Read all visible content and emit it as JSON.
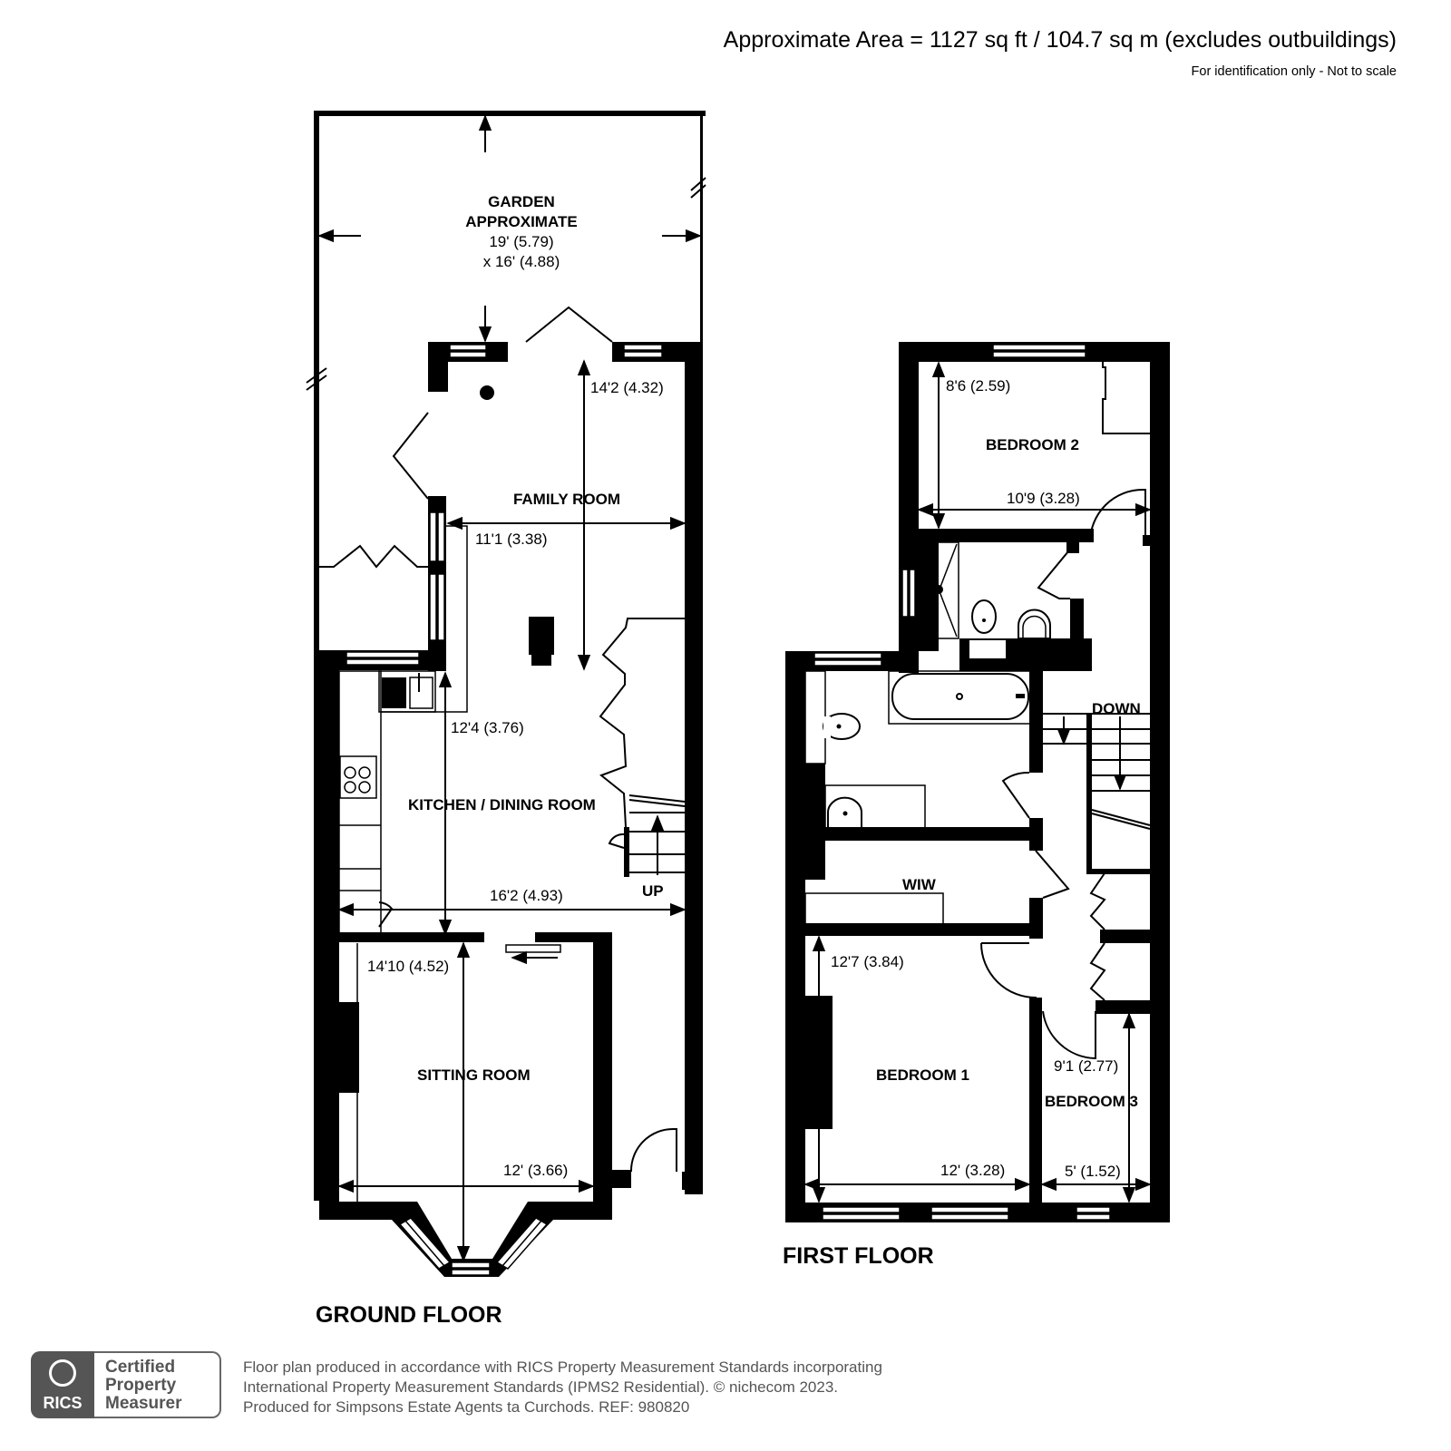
{
  "header": {
    "area_text": "Approximate Area = 1127 sq ft / 104.7 sq m (excludes outbuildings)",
    "disclaimer": "For identification only - Not to scale"
  },
  "ground_floor": {
    "label": "GROUND FLOOR",
    "rooms": {
      "garden": {
        "name_line1": "GARDEN",
        "name_line2": "APPROXIMATE",
        "dim1": "19' (5.79)",
        "dim2": "x 16' (4.88)"
      },
      "family_room": {
        "name": "FAMILY ROOM",
        "length": "14'2 (4.32)",
        "width": "11'1 (3.38)"
      },
      "kitchen_dining": {
        "name": "KITCHEN / DINING ROOM",
        "length": "12'4 (3.76)",
        "width": "16'2 (4.93)"
      },
      "sitting_room": {
        "name": "SITTING ROOM",
        "length": "14'10 (4.52)",
        "width": "12' (3.66)"
      }
    },
    "stairs_label": "UP"
  },
  "first_floor": {
    "label": "FIRST FLOOR",
    "rooms": {
      "bedroom2": {
        "name": "BEDROOM 2",
        "length": "8'6 (2.59)",
        "width": "10'9 (3.28)"
      },
      "wiw": {
        "name": "WIW"
      },
      "bedroom1": {
        "name": "BEDROOM 1",
        "length": "12'7 (3.84)",
        "width": "12' (3.28)"
      },
      "bedroom3": {
        "name": "BEDROOM 3",
        "length": "9'1 (2.77)",
        "width": "5' (1.52)"
      }
    },
    "stairs_label": "DOWN"
  },
  "footer": {
    "rics_logo_text": "RICS",
    "certified_line1": "Certified",
    "certified_line2": "Property",
    "certified_line3": "Measurer",
    "text_line1": "Floor plan produced in accordance with RICS Property Measurement Standards incorporating",
    "text_line2": "International Property Measurement Standards (IPMS2 Residential).   © nichecom 2023.",
    "text_line3": "Produced for Simpsons Estate Agents ta Curchods.   REF:  980820"
  },
  "colors": {
    "walls": "#000000",
    "background": "#ffffff",
    "logo_grey": "#555555"
  }
}
